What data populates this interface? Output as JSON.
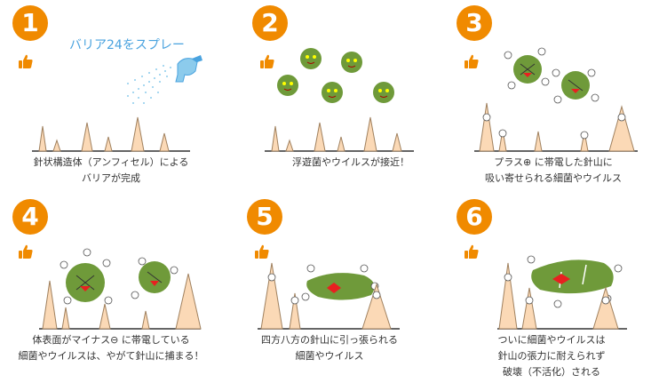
{
  "colors": {
    "badge": "#f08a00",
    "spike_fill": "#fbd9b6",
    "spike_stroke": "#a0815f",
    "microbe_green": "#6f9a3a",
    "microbe_red": "#e82020",
    "spray_blue": "#4aa3df",
    "ground": "#333333"
  },
  "icons": {
    "step_marker": "thumbs-up-icon",
    "charge": "charge-symbol"
  },
  "steps": [
    {
      "number": "1",
      "lines": [
        "針状構造体（アンフィセル）による",
        "バリアが完成"
      ],
      "spray_label": "バリア24をスプレー"
    },
    {
      "number": "2",
      "lines": [
        "浮遊菌やウイルスが接近！"
      ]
    },
    {
      "number": "3",
      "lines": [
        "プラス⊕ に帯電した針山に",
        "吸い寄せられる細菌やウイルス"
      ]
    },
    {
      "number": "4",
      "lines": [
        "体表面がマイナス⊖ に帯電している",
        "細菌やウイルスは、やがて針山に捕まる！"
      ]
    },
    {
      "number": "5",
      "lines": [
        "四方八方の針山に引っ張られる",
        "細菌やウイルス"
      ]
    },
    {
      "number": "6",
      "lines": [
        "ついに細菌やウイルスは",
        "針山の張力に耐えられず",
        "破壊（不活化）される"
      ]
    }
  ]
}
